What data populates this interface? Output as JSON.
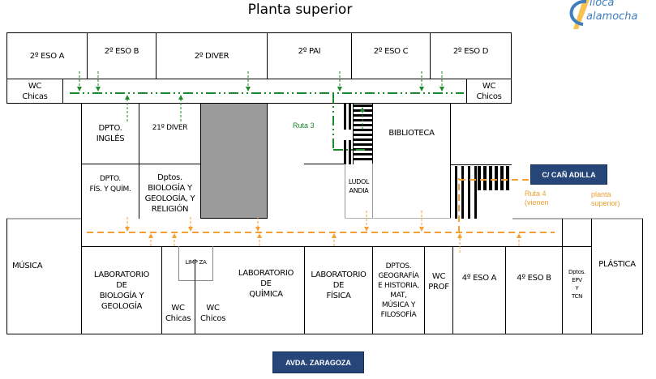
{
  "title": "Planta superior",
  "logo": {
    "line1": "iloca",
    "line2": "alamocha"
  },
  "rooms": {
    "eso2a": "2º ESO A",
    "eso2b": "2º ESO B",
    "diver2": "2º DIVER",
    "pai2": "2º PAI",
    "eso2c": "2º ESO C",
    "eso2d": "2º ESO D",
    "wc_chicas_top": "WC\nChicas",
    "wc_chicos_top": "WC\nChicos",
    "dpto_ingles": "DPTO.\nINGLÉS",
    "diver21": "21º DIVER",
    "dpto_fyq": "DPTO.\nFÍS. Y QUÍM.",
    "dptos_bio": "Dptos.\nBIOLOGÍA Y\nGEOLOGÍA, Y\nRELIGIÓN",
    "biblioteca": "BIBLIOTECA",
    "ludolandia": "LUDOL\nANDIA",
    "musica": "MÚSICA",
    "lab_bio": "LABORATORIO\nDE\nBIOLOGÍA Y\nGEOLOGÍA",
    "limpieza": "LIMP   ZA",
    "wc_chicas_bot": "WC\nChicas",
    "wc_chicos_bot": "WC\nChicos",
    "lab_quim": "LABORATORIO\nDE\nQUÍMICA",
    "lab_fis": "LABORATORIO\nDE\nFÍSICA",
    "dptos_geo": "DPTOS.\nGEOGRAFÍA\nE HISTORIA,\nMAT,\nMÚSICA Y\nFILOSOFÍA",
    "wc_prof": "WC\nPROF",
    "eso4a": "4º ESO A",
    "eso4b": "4º ESO B",
    "dptos_epv": "Dptos.\nEPV\nY\nTCN",
    "plastica": "PLÁSTICA"
  },
  "streets": {
    "canadilla": "C/ CAÑ ADILLA",
    "zaragoza": "AVDA. ZARAGOZA"
  },
  "routes": {
    "ruta3": {
      "label": "Ruta 3",
      "color": "#1a8a2a"
    },
    "ruta4": {
      "label": "Ruta 4\n(vienen",
      "label2": "planta\nsuperior)",
      "color": "#f5a030"
    }
  },
  "colors": {
    "wall": "#000000",
    "void": "#9b9b9b",
    "street_bg": "#26467a",
    "light_wall": "#b0b0b0"
  }
}
